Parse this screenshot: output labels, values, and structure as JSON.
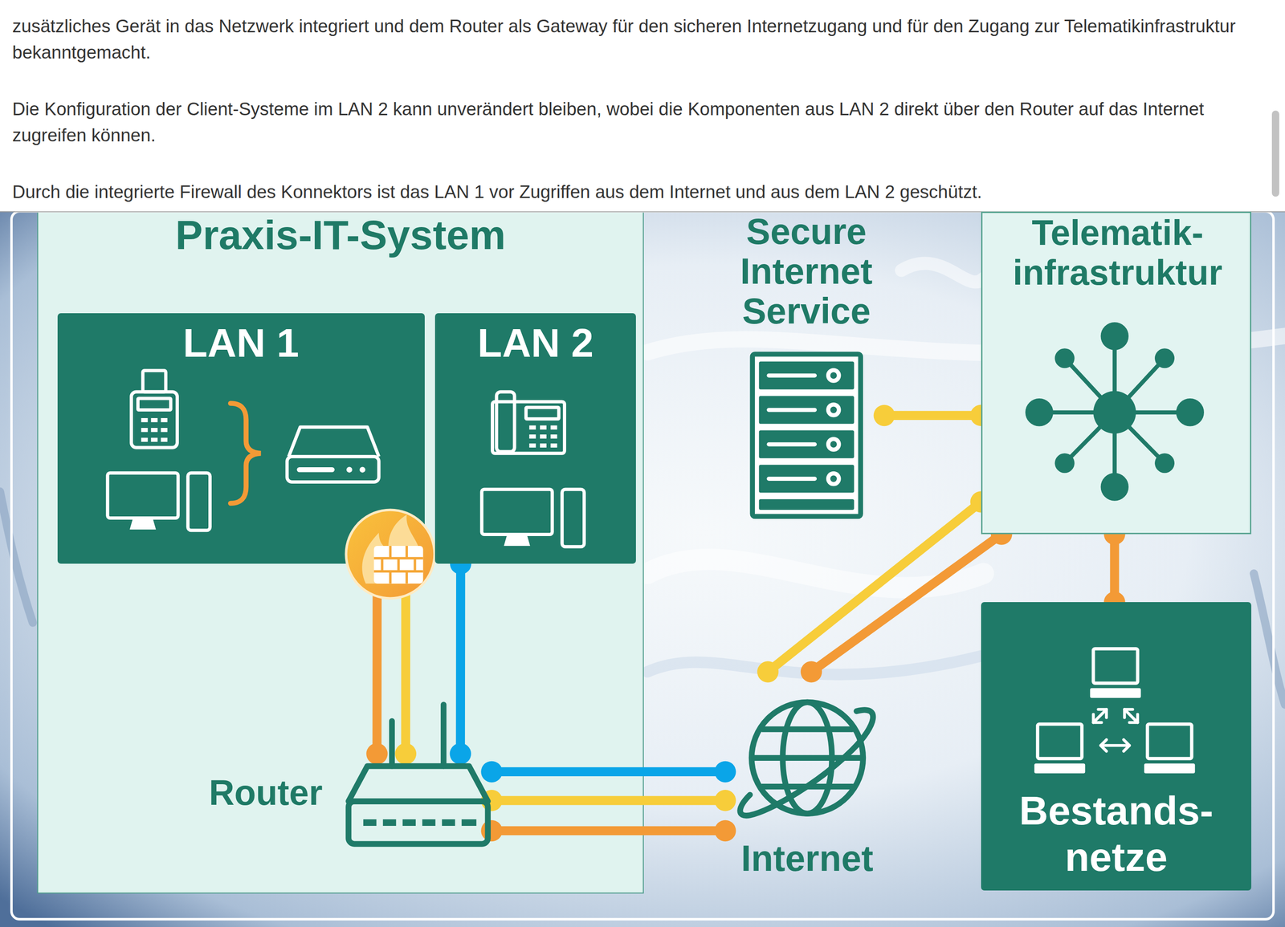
{
  "diagram": {
    "nodes": [
      {
        "text": [
          "Praxis-IT-System"
        ]
      },
      {
        "text": [
          "LAN 1"
        ],
        "in": 0
      },
      {
        "text": [
          "LAN 2"
        ],
        "in": 0
      },
      {
        "text": [
          "Router"
        ],
        "in": 0
      },
      {
        "text": [
          "Secure Internet Service"
        ]
      },
      {
        "text": [
          "Telematik- infrastruktur"
        ]
      },
      {
        "text": [
          "Internet"
        ]
      },
      {
        "text": [
          "Bestands- netze"
        ]
      }
    ],
    "edges": [
      {
        "from": 1,
        "to": 3,
        "arrow": "none"
      },
      {
        "from": 1,
        "to": 3,
        "arrow": "none"
      },
      {
        "from": 2,
        "to": 3,
        "arrow": "none"
      },
      {
        "from": 3,
        "to": 6,
        "arrow": "none"
      },
      {
        "from": 3,
        "to": 6,
        "arrow": "none"
      },
      {
        "from": 3,
        "to": 6,
        "arrow": "none"
      },
      {
        "from": 6,
        "to": 5,
        "arrow": "none"
      },
      {
        "from": 6,
        "to": 5,
        "arrow": "none"
      },
      {
        "from": 4,
        "to": 5,
        "arrow": "none"
      },
      {
        "from": 5,
        "to": 7,
        "arrow": "none"
      }
    ],
    "labels": [
      "zusätzliches Gerät in das Netzwerk integriert und dem Router als Gateway für den sicheren Internetzugang und für den Zugang zur Telematikinfrastruktur bekanntgemacht.",
      "Die Konfiguration der Client-Systeme im LAN 2 kann unverändert bleiben, wobei die Komponenten aus LAN 2 direkt über den Router auf das Internet zugreifen können.",
      "Durch die integrierte Firewall des Konnektors ist das LAN 1 vor Zugriffen aus dem Internet und aus dem LAN 2 geschützt."
    ]
  }
}
